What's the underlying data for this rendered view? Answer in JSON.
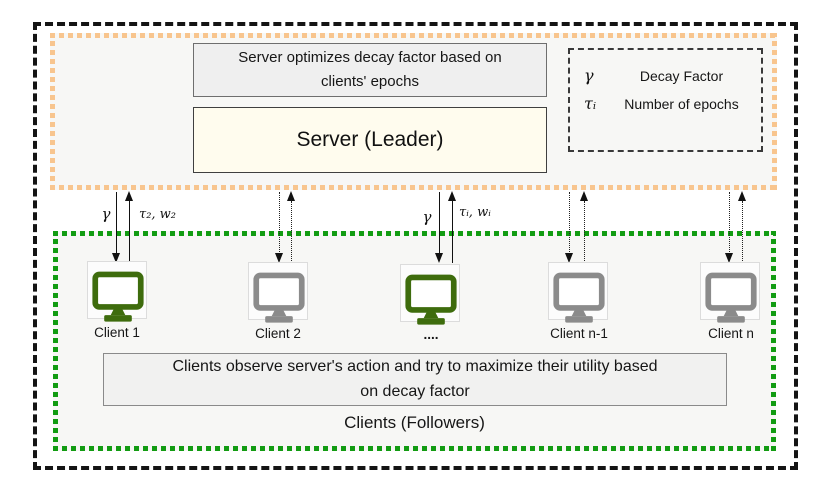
{
  "colors": {
    "outer_border": "#141414",
    "server_zone_border": "#f8c58e",
    "clients_zone_border": "#129c12",
    "zone_bg": "#f7f7f5",
    "note_bg": "#efefef",
    "server_box_bg": "#fffcee",
    "client_green": "#3e6c0d",
    "client_gray": "#8b8b8b"
  },
  "server_zone": {
    "optimize_note": {
      "line1": "Server optimizes decay factor based on",
      "line2": "clients' epochs"
    },
    "server_label": "Server (Leader)",
    "legend": {
      "items": [
        {
          "symbol": "γ",
          "label": "Decay Factor"
        },
        {
          "symbol": "τᵢ",
          "label": "Number of epochs"
        }
      ]
    }
  },
  "links": {
    "pair1": {
      "down_label": "γ",
      "up_label": "τ₂, w₂"
    },
    "pair3": {
      "down_label": "γ",
      "up_label": "τᵢ, wᵢ"
    }
  },
  "clients_zone": {
    "clients": [
      {
        "label": "Client 1",
        "color": "#3e6c0d"
      },
      {
        "label": "Client 2",
        "color": "#8b8b8b"
      },
      {
        "label": "....",
        "color": "#3e6c0d"
      },
      {
        "label": "Client n-1",
        "color": "#8b8b8b"
      },
      {
        "label": "Client n",
        "color": "#8b8b8b"
      }
    ],
    "observe_note": {
      "line1": "Clients observe server's action and try to maximize their utility based",
      "line2": "on decay factor"
    },
    "zone_label": "Clients (Followers)"
  }
}
